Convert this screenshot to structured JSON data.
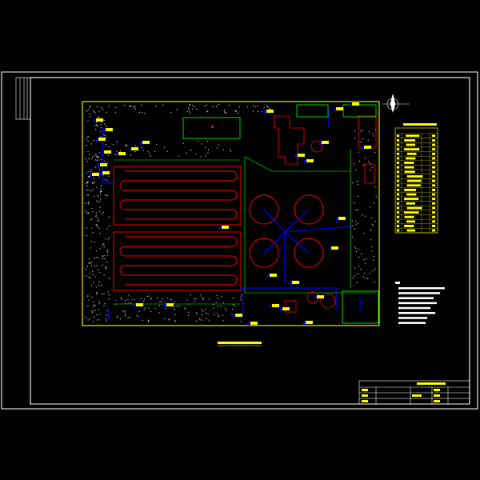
{
  "drawing": {
    "caption": "",
    "title_block_name": "",
    "colors": {
      "frame": "#ffffff",
      "boundary": "#ffff00",
      "structure": "#ff0000",
      "pipe": "#0000ff",
      "green_area": "#00ff00",
      "text": "#ffff00",
      "tag": "#ffff00"
    }
  },
  "equipment_table": {
    "rows": 22
  },
  "notes": {
    "lines": 8
  },
  "title_block": {
    "rows": 4
  }
}
